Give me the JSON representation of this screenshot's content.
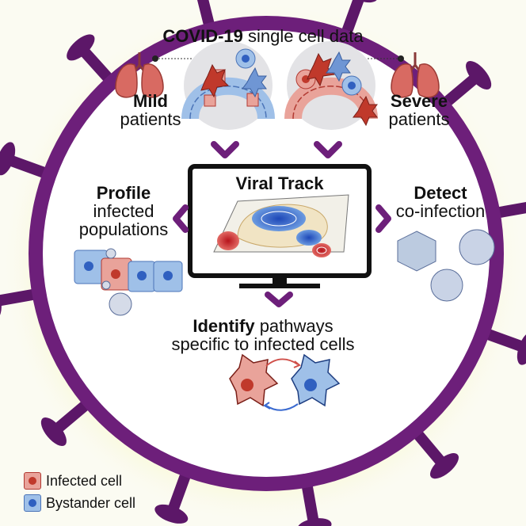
{
  "header": {
    "title_bold": "COVID-19",
    "title_rest": " single cell data"
  },
  "mild": {
    "bold": "Mild",
    "rest": "patients"
  },
  "severe": {
    "bold": "Severe",
    "rest": "patients"
  },
  "monitor": {
    "title": "Viral Track"
  },
  "profile": {
    "bold": "Profile",
    "line2": "infected",
    "line3": "populations"
  },
  "detect": {
    "bold": "Detect",
    "line2": "co-infection"
  },
  "identify": {
    "bold": "Identify",
    "rest": " pathways",
    "line2": "specific to infected cells"
  },
  "legend": {
    "items": [
      {
        "label": "Infected cell",
        "fill": "#e9a39a",
        "stroke": "#b23a32",
        "dot": "#c0392b"
      },
      {
        "label": "Bystander cell",
        "fill": "#9fc0e8",
        "stroke": "#4b74b8",
        "dot": "#3060c0"
      }
    ]
  },
  "colors": {
    "virus": "#6d1f7a",
    "virus_spike": "#5c1768",
    "chevron": "#6d1f7a",
    "glow": "#f5f08a"
  }
}
